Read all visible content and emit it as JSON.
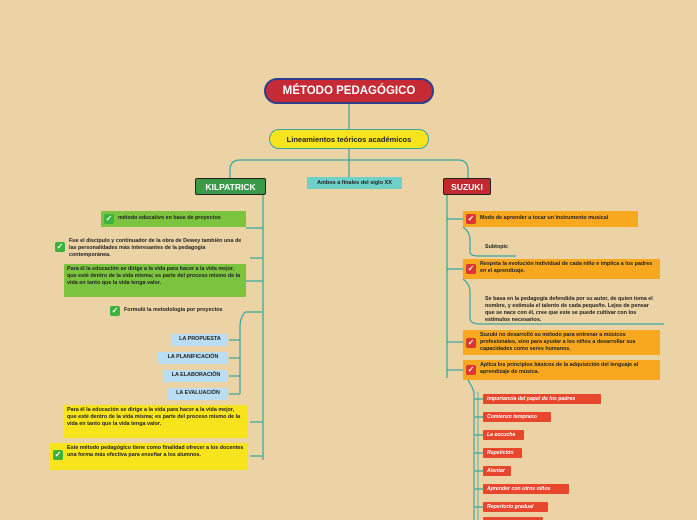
{
  "root": {
    "title": "MÉTODO PEDAGÓGICO"
  },
  "subtopic": {
    "label": "Lineamientos teóricos académicos"
  },
  "branches": {
    "kilpatrick": {
      "label": "KILPATRICK"
    },
    "middle": {
      "label": "Ambos a finales del siglo XX"
    },
    "suzuki": {
      "label": "SUZUKI"
    }
  },
  "kilpatrick_items": [
    {
      "text": "método educativo en base de proyectos"
    },
    {
      "text": "Fue el discípulo y continuador de la obra de Dewey también una de las personalidades más interesantes de la pedagogía contemporánea."
    },
    {
      "text": "Para él la educación se dirige a la vida para hacer a la vida mejor, que esté dentro de la vida misma; es parte del proceso mismo de la vida en tanto que la vida tenga valor."
    },
    {
      "text": "Formuló la metodología por proyectos"
    },
    {
      "text": "LA PROPUESTA"
    },
    {
      "text": "LA PLANIFICACIÓN"
    },
    {
      "text": "LA ELABORACIÓN"
    },
    {
      "text": "LA EVALUACIÓN"
    },
    {
      "text": "Para él la educación se dirige a la vida para hacer a la vida mejor, que esté dentro de la vida misma; es parte del proceso mismo de la vida en tanto que la vida tenga valor."
    },
    {
      "text": "Este método pedagógico tiene como finalidad ofrecer a los docentes una forma más efectiva para enseñar a los alumnos."
    }
  ],
  "suzuki_items": [
    {
      "text": "Modo de aprender a tocar un instrumento musical"
    },
    {
      "text": "Subtopic"
    },
    {
      "text": "Respeta la evolución individual de cada niño e implica a los padres en el aprendizaje."
    },
    {
      "text": "Se basa en la pedagogía defendida por su autor, de quien toma el nombre, y estimula el talento de cada pequeño. Lejos de pensar que se nace con él, cree que este se puede cultivar con los estímulos necesarios."
    },
    {
      "text": "Suzuki no desarrolló su método para entrenar a músicos profesionales, sino para ayudar a los niños a desarrollar sus capacidades como seres humanos."
    },
    {
      "text": "Aplica los principios básicos de la adquisición del lenguaje al aprendizaje de música."
    }
  ],
  "suzuki_leaves": [
    "Importancia del papel de los padres",
    "Comienzo temprano",
    "La escucha",
    "Repetición",
    "Alentar",
    "Aprender con otros niños",
    "Repertorio gradual"
  ],
  "colors": {
    "background": "#ebd3a5",
    "root": "#c62a35",
    "connector": "#36a7a1",
    "kilpatrick": "#3b9a48",
    "suzuki": "#c2282f"
  }
}
